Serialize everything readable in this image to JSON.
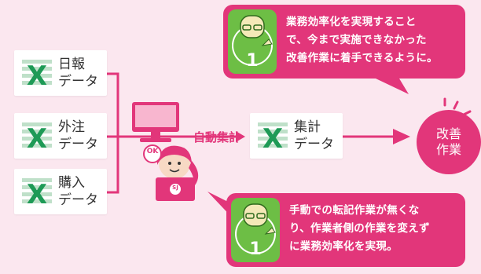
{
  "sources": [
    {
      "name": "日報",
      "sub": "データ"
    },
    {
      "name": "外注",
      "sub": "データ"
    },
    {
      "name": "購入",
      "sub": "データ"
    }
  ],
  "auto_label": "自動集計",
  "output": {
    "name": "集計",
    "sub": "データ"
  },
  "result": {
    "line1": "改善",
    "line2": "作業"
  },
  "bubble_top": {
    "line1": "業務効率化を実現すること",
    "line2": "で、今まで実施できなかった",
    "line3": "改善作業に着手できるように。",
    "badge_number": "1"
  },
  "bubble_bottom": {
    "line1": "手動での転記作業が無くな",
    "line2": "り、作業者側の作業を変えず",
    "line3": "に業務効率化を実現。",
    "badge_number": "1"
  },
  "ok_badge": "OK",
  "person_laptop_text": "SJ",
  "colors": {
    "pink": "#e2367a",
    "green": "#6dbe45",
    "excel_green": "#1e9a56",
    "monitor": "#e2367a"
  }
}
